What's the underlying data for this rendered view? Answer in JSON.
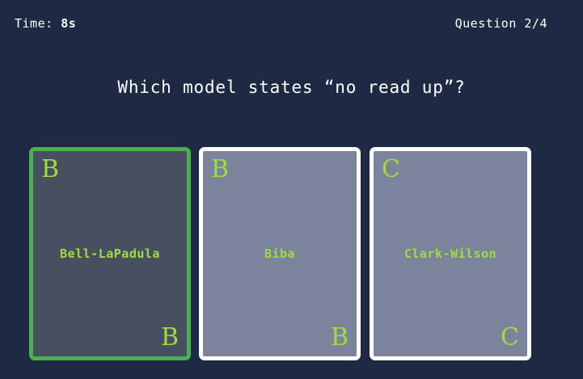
{
  "hud": {
    "timer_label": "Time:",
    "timer_value": "8s",
    "question_counter": "Question 2/4"
  },
  "prompt": {
    "text": "Which model states “no read up”?"
  },
  "colors": {
    "background": "#1e2a44",
    "accent_green": "#9ede3a",
    "selected_border": "#4caf50",
    "unselected_border": "#ffffff",
    "selected_fill": "#474f60",
    "unselected_fill": "#7b849c",
    "text": "#ffffff"
  },
  "cards": [
    {
      "label": "Bell-LaPadula",
      "corner": "B",
      "state": "selected"
    },
    {
      "label": "Biba",
      "corner": "B",
      "state": "unselected"
    },
    {
      "label": "Clark-Wilson",
      "corner": "C",
      "state": "unselected"
    }
  ]
}
